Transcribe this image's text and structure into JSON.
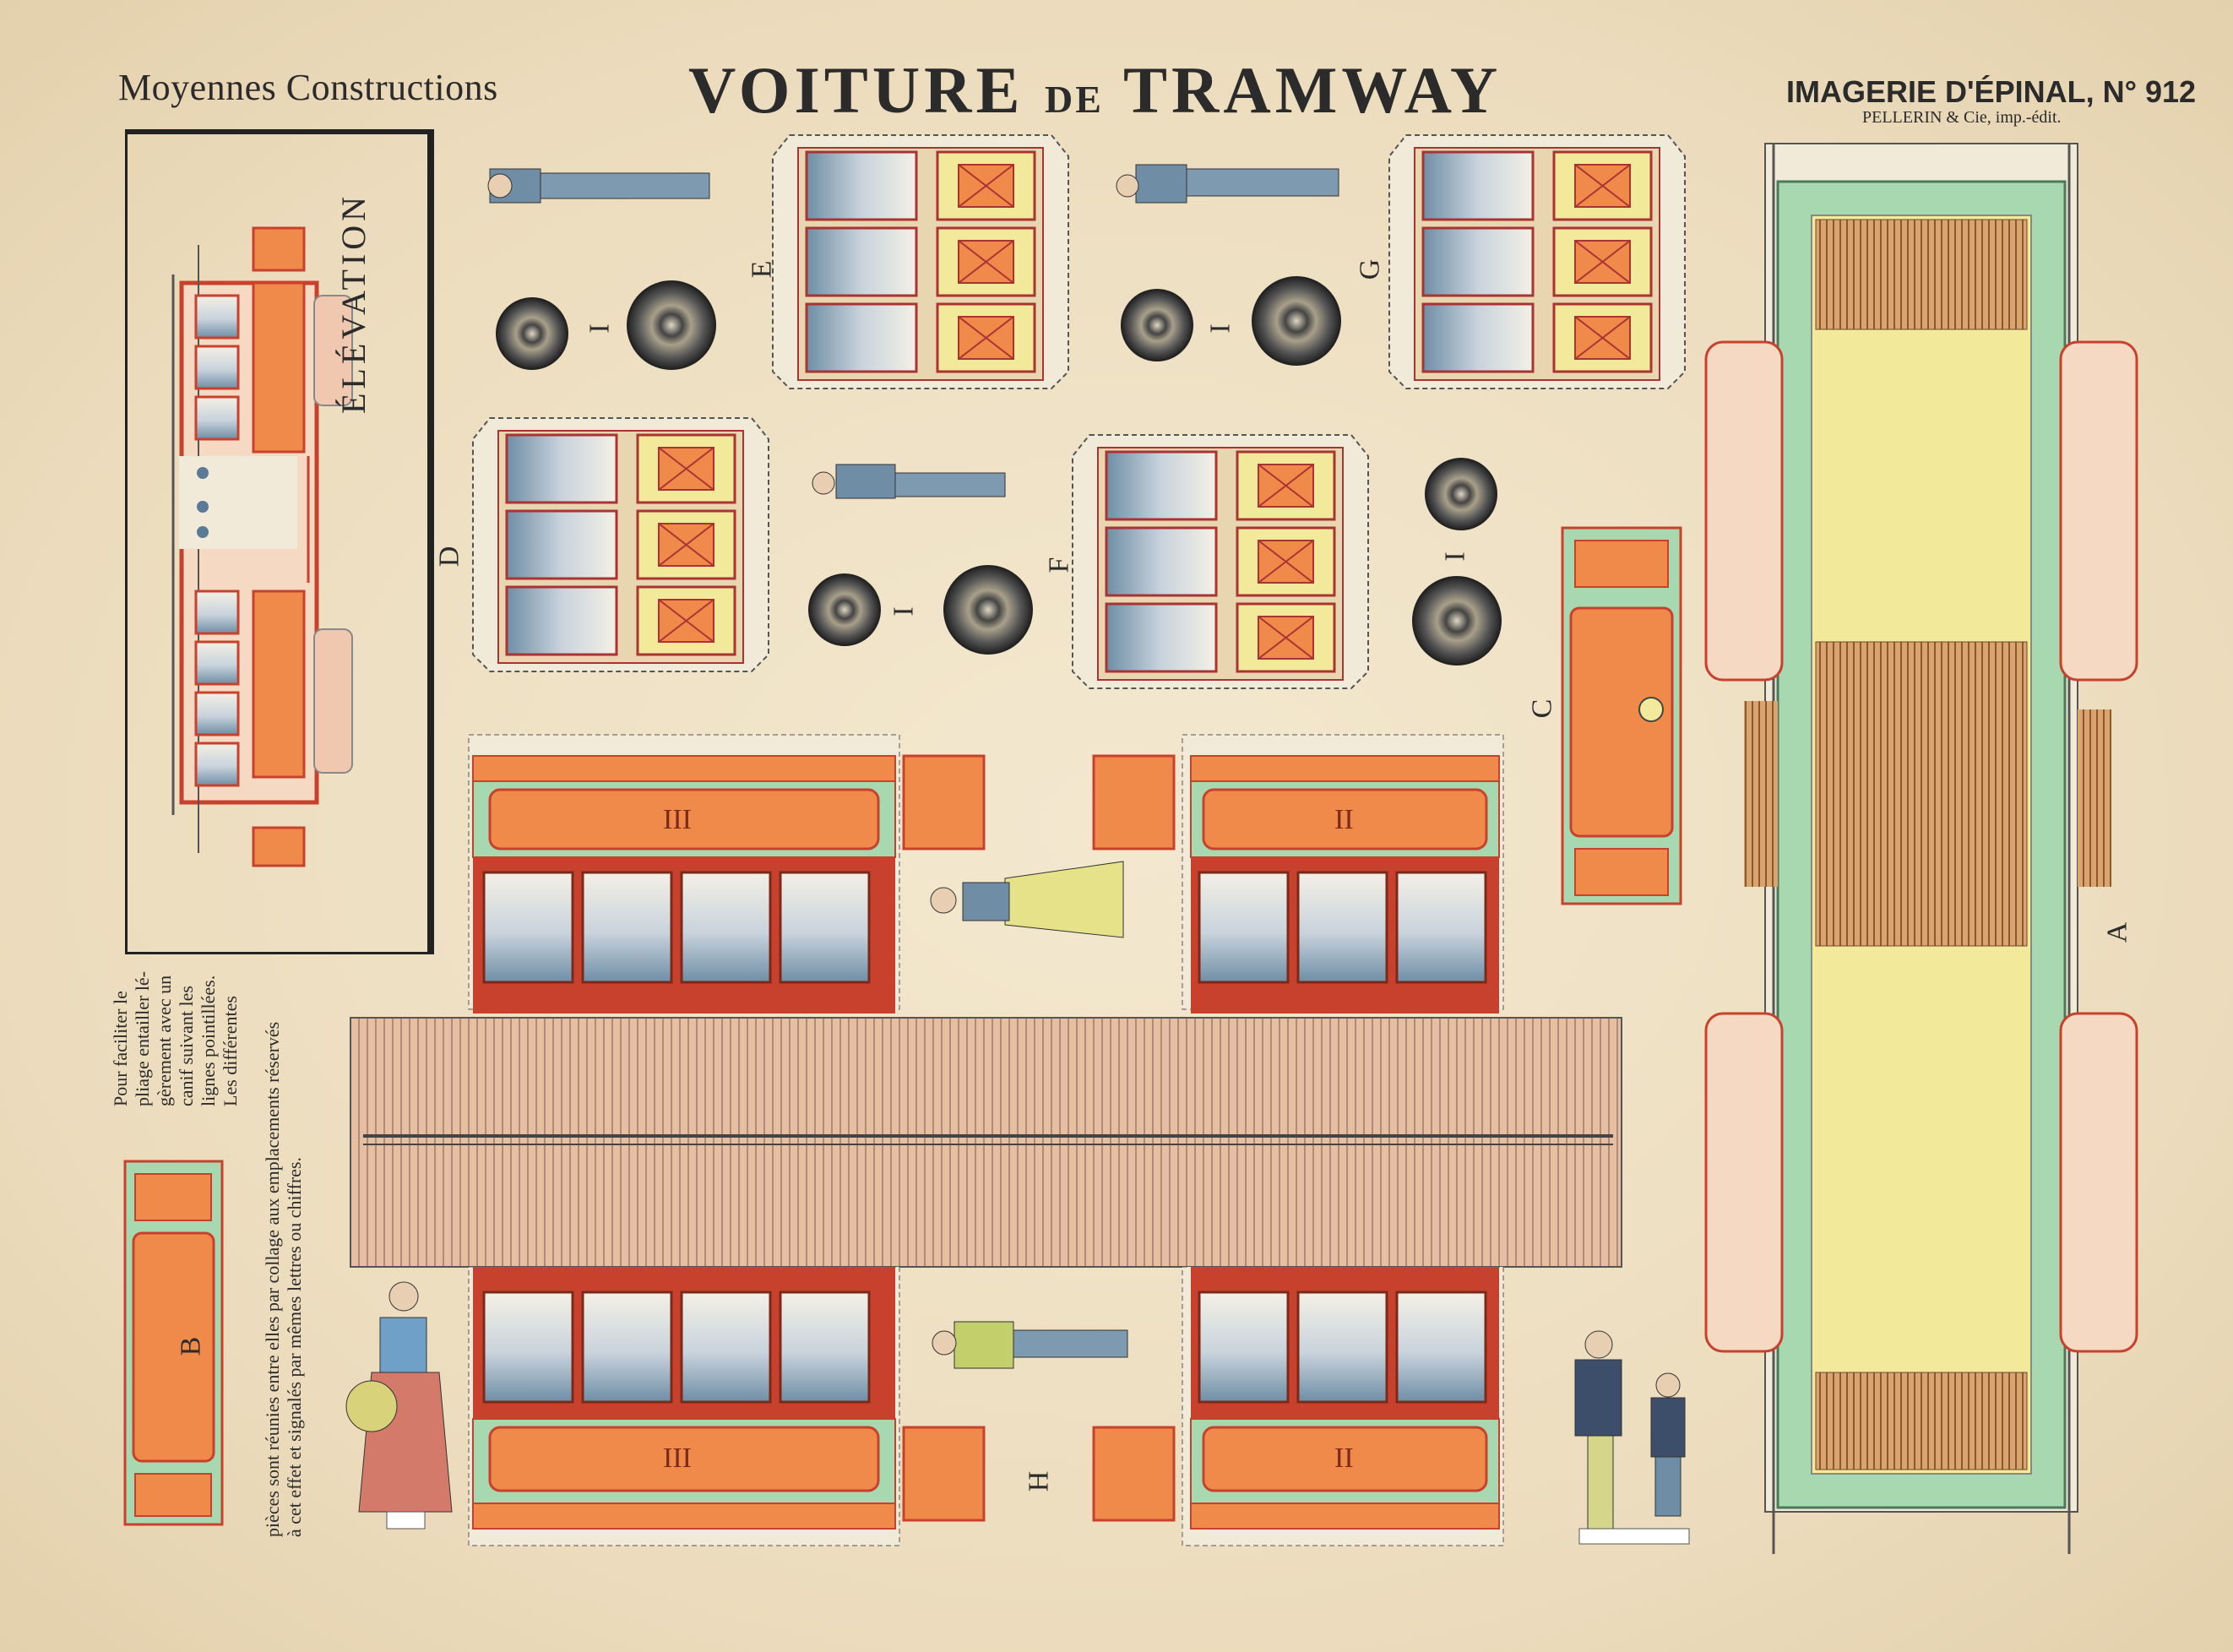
{
  "header": {
    "series": "Moyennes Constructions",
    "title_part1": "VOITURE",
    "title_part2": "DE",
    "title_part3": "TRAMWAY",
    "publisher": "IMAGERIE D'ÉPINAL, N° 912",
    "printer": "PELLERIN & Cie, imp.-édit."
  },
  "elevation": {
    "label": "ÉLÉVATION"
  },
  "instructions": {
    "line1": "Pour faciliter le",
    "line2": "pliage entailler lé-",
    "line3": "gèrement avec un",
    "line4": "canif suivant les",
    "line5": "lignes pointillées.",
    "line6": "Les différentes",
    "line7": "pièces sont réunies entre elles par collage aux emplacements réservés",
    "line8": "à cet effet et signalés par mêmes lettres ou chiffres."
  },
  "part_letters": {
    "A": "A",
    "B": "B",
    "C": "C",
    "D": "D",
    "E": "E",
    "F": "F",
    "G": "G",
    "H": "H",
    "I": "I"
  },
  "roman_labels": {
    "I": "I",
    "II": "II",
    "III": "III"
  },
  "colors": {
    "paper": "#efe2c7",
    "red": "#c8412c",
    "orange": "#f08a4b",
    "green": "#a8d8b0",
    "yellow": "#f2ea9a",
    "blue_grey": "#6f8ea6",
    "brown": "#c99473"
  }
}
